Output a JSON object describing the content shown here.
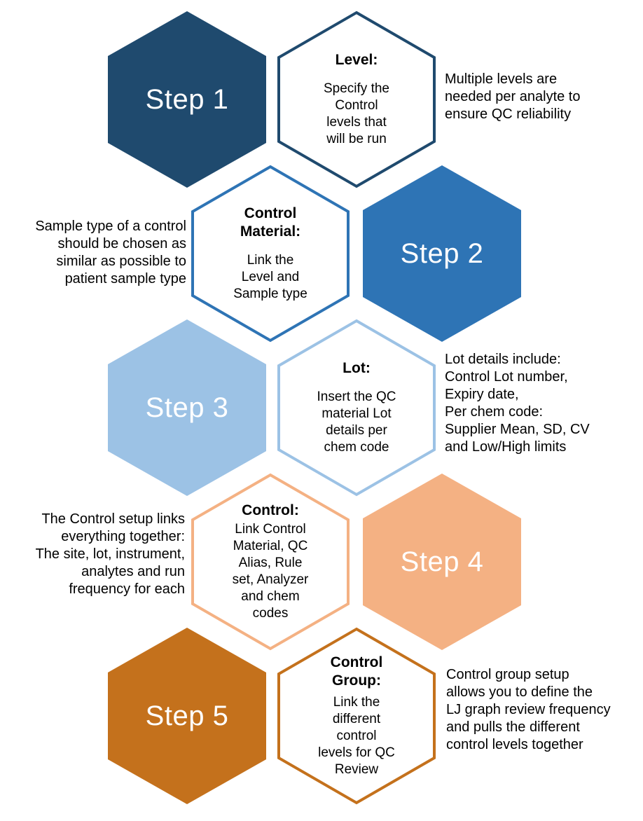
{
  "steps": [
    {
      "step_label": "Step 1",
      "color": "#1f4a6e",
      "title": "Level:",
      "body": "Specify the\nControl\nlevels that\nwill be run",
      "note": "Multiple levels are\nneeded per analyte to\nensure QC reliability",
      "note_side": "right"
    },
    {
      "step_label": "Step 2",
      "color": "#2e74b5",
      "title": "Control\nMaterial:",
      "body": "Link the\nLevel and\nSample type",
      "note": "Sample type of a control\nshould be chosen as\nsimilar as possible to\npatient sample type",
      "note_side": "left"
    },
    {
      "step_label": "Step 3",
      "color": "#9cc2e5",
      "title": "Lot:",
      "body": "Insert the QC\nmaterial Lot\ndetails per\nchem code",
      "note": "Lot details include:\nControl Lot number,\nExpiry date,\nPer chem code:\nSupplier Mean, SD, CV\nand Low/High limits",
      "note_side": "right"
    },
    {
      "step_label": "Step 4",
      "color": "#f4b183",
      "title": "Control:",
      "body": "Link Control\nMaterial, QC\nAlias, Rule\nset, Analyzer\nand chem\ncodes",
      "note": "The Control setup links\neverything together:\nThe site, lot, instrument,\nanalytes and run\nfrequency for each",
      "note_side": "left"
    },
    {
      "step_label": "Step 5",
      "color": "#c4711c",
      "title": "Control\nGroup:",
      "body": "Link the\ndifferent\ncontrol\nlevels for QC\nReview",
      "note": "Control group setup\nallows you to define the\nLJ graph review frequency\nand pulls the different\ncontrol levels together",
      "note_side": "right"
    }
  ]
}
